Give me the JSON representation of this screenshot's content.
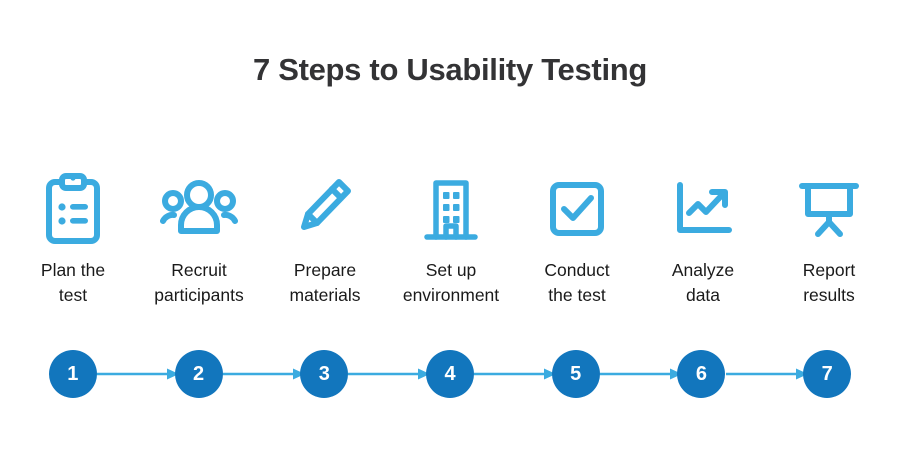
{
  "title": "7 Steps to Usability Testing",
  "colors": {
    "background": "#ffffff",
    "title_text": "#333335",
    "label_text": "#1a1a1a",
    "icon_blue": "#3babe0",
    "circle_blue": "#1276bd",
    "arrow_blue": "#3babe0",
    "number_text": "#ffffff"
  },
  "steps": [
    {
      "number": "1",
      "label_line1": "Plan the",
      "label_line2": "test",
      "icon": "clipboard-list-icon"
    },
    {
      "number": "2",
      "label_line1": "Recruit",
      "label_line2": "participants",
      "icon": "people-group-icon"
    },
    {
      "number": "3",
      "label_line1": "Prepare",
      "label_line2": "materials",
      "icon": "pencil-icon"
    },
    {
      "number": "4",
      "label_line1": "Set up",
      "label_line2": "environment",
      "icon": "building-icon"
    },
    {
      "number": "5",
      "label_line1": "Conduct",
      "label_line2": "the test",
      "icon": "checkbox-check-icon"
    },
    {
      "number": "6",
      "label_line1": "Analyze",
      "label_line2": "data",
      "icon": "line-chart-up-icon"
    },
    {
      "number": "7",
      "label_line1": "Report",
      "label_line2": "results",
      "icon": "presentation-screen-icon"
    }
  ]
}
